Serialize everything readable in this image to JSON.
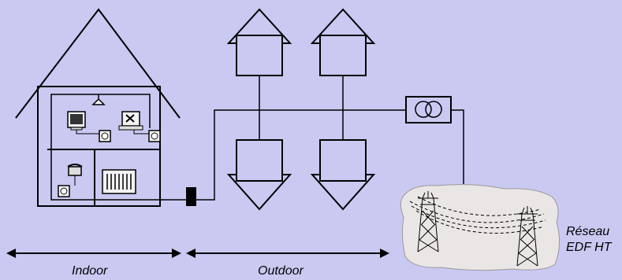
{
  "labels": {
    "indoor": "Indoor",
    "outdoor": "Outdoor",
    "network_line1": "Réseau",
    "network_line2": "EDF HT"
  },
  "colors": {
    "background": "#c9c9f2",
    "line": "#000000",
    "grid_cloud": "#ebe6e6"
  }
}
